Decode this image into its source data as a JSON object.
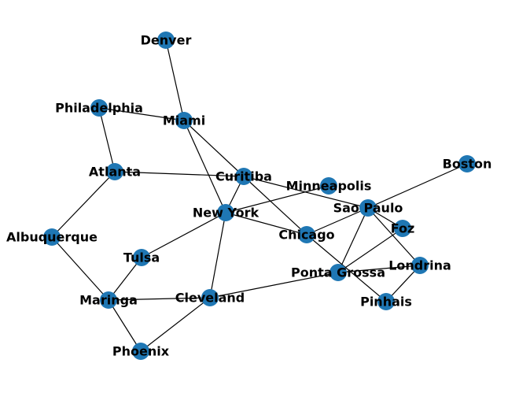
{
  "graph": {
    "node_color": "#1f77b4",
    "edge_color": "#000000",
    "nodes": [
      {
        "id": "denver",
        "label": "Denver"
      },
      {
        "id": "philadelphia",
        "label": "Philadelphia"
      },
      {
        "id": "miami",
        "label": "Miami"
      },
      {
        "id": "atlanta",
        "label": "Atlanta"
      },
      {
        "id": "curitiba",
        "label": "Curitiba"
      },
      {
        "id": "minneapolis",
        "label": "Minneapolis"
      },
      {
        "id": "boston",
        "label": "Boston"
      },
      {
        "id": "new-york",
        "label": "New York"
      },
      {
        "id": "sao-paulo",
        "label": "Sao Paulo"
      },
      {
        "id": "albuquerque",
        "label": "Albuquerque"
      },
      {
        "id": "foz",
        "label": "Foz"
      },
      {
        "id": "chicago",
        "label": "Chicago"
      },
      {
        "id": "tulsa",
        "label": "Tulsa"
      },
      {
        "id": "londrina",
        "label": "Londrina"
      },
      {
        "id": "ponta-grossa",
        "label": "Ponta Grossa"
      },
      {
        "id": "maringa",
        "label": "Maringa"
      },
      {
        "id": "cleveland",
        "label": "Cleveland"
      },
      {
        "id": "pinhais",
        "label": "Pinhais"
      },
      {
        "id": "phoenix",
        "label": "Phoenix"
      }
    ],
    "edges": [
      [
        "denver",
        "miami"
      ],
      [
        "philadelphia",
        "miami"
      ],
      [
        "philadelphia",
        "atlanta"
      ],
      [
        "miami",
        "new-york"
      ],
      [
        "miami",
        "curitiba"
      ],
      [
        "atlanta",
        "curitiba"
      ],
      [
        "atlanta",
        "albuquerque"
      ],
      [
        "curitiba",
        "new-york"
      ],
      [
        "curitiba",
        "chicago"
      ],
      [
        "curitiba",
        "sao-paulo"
      ],
      [
        "new-york",
        "minneapolis"
      ],
      [
        "new-york",
        "chicago"
      ],
      [
        "new-york",
        "tulsa"
      ],
      [
        "new-york",
        "cleveland"
      ],
      [
        "albuquerque",
        "maringa"
      ],
      [
        "tulsa",
        "maringa"
      ],
      [
        "maringa",
        "cleveland"
      ],
      [
        "maringa",
        "phoenix"
      ],
      [
        "cleveland",
        "phoenix"
      ],
      [
        "cleveland",
        "ponta-grossa"
      ],
      [
        "chicago",
        "sao-paulo"
      ],
      [
        "chicago",
        "pinhais"
      ],
      [
        "sao-paulo",
        "boston"
      ],
      [
        "sao-paulo",
        "foz"
      ],
      [
        "sao-paulo",
        "londrina"
      ],
      [
        "sao-paulo",
        "ponta-grossa"
      ],
      [
        "foz",
        "ponta-grossa"
      ],
      [
        "ponta-grossa",
        "londrina"
      ],
      [
        "londrina",
        "pinhais"
      ]
    ]
  }
}
